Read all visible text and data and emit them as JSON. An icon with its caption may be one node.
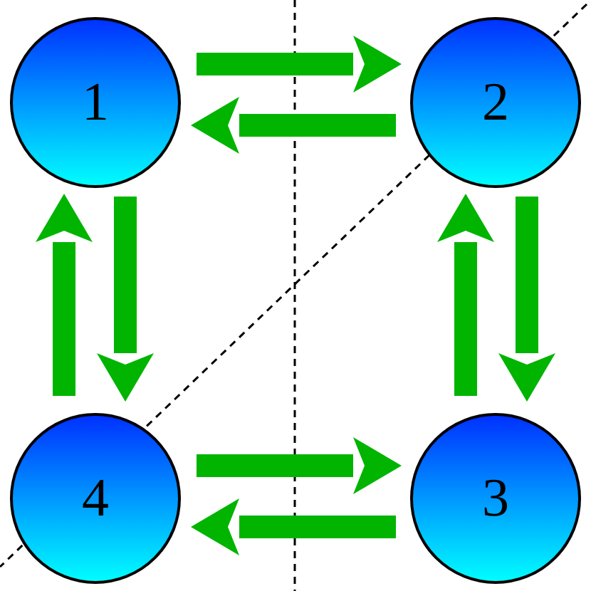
{
  "diagram": {
    "nodes": [
      {
        "text": [
          "1"
        ]
      },
      {
        "text": [
          "2"
        ]
      },
      {
        "text": [
          "3"
        ]
      },
      {
        "text": [
          "4"
        ]
      }
    ],
    "edges": [
      {
        "from": 0,
        "to": 1,
        "arrow": "to"
      },
      {
        "from": 1,
        "to": 0,
        "arrow": "to"
      },
      {
        "from": 3,
        "to": 0,
        "arrow": "to"
      },
      {
        "from": 0,
        "to": 3,
        "arrow": "to"
      },
      {
        "from": 2,
        "to": 1,
        "arrow": "to"
      },
      {
        "from": 1,
        "to": 2,
        "arrow": "to"
      },
      {
        "from": 3,
        "to": 2,
        "arrow": "to"
      },
      {
        "from": 2,
        "to": 3,
        "arrow": "to"
      }
    ]
  }
}
